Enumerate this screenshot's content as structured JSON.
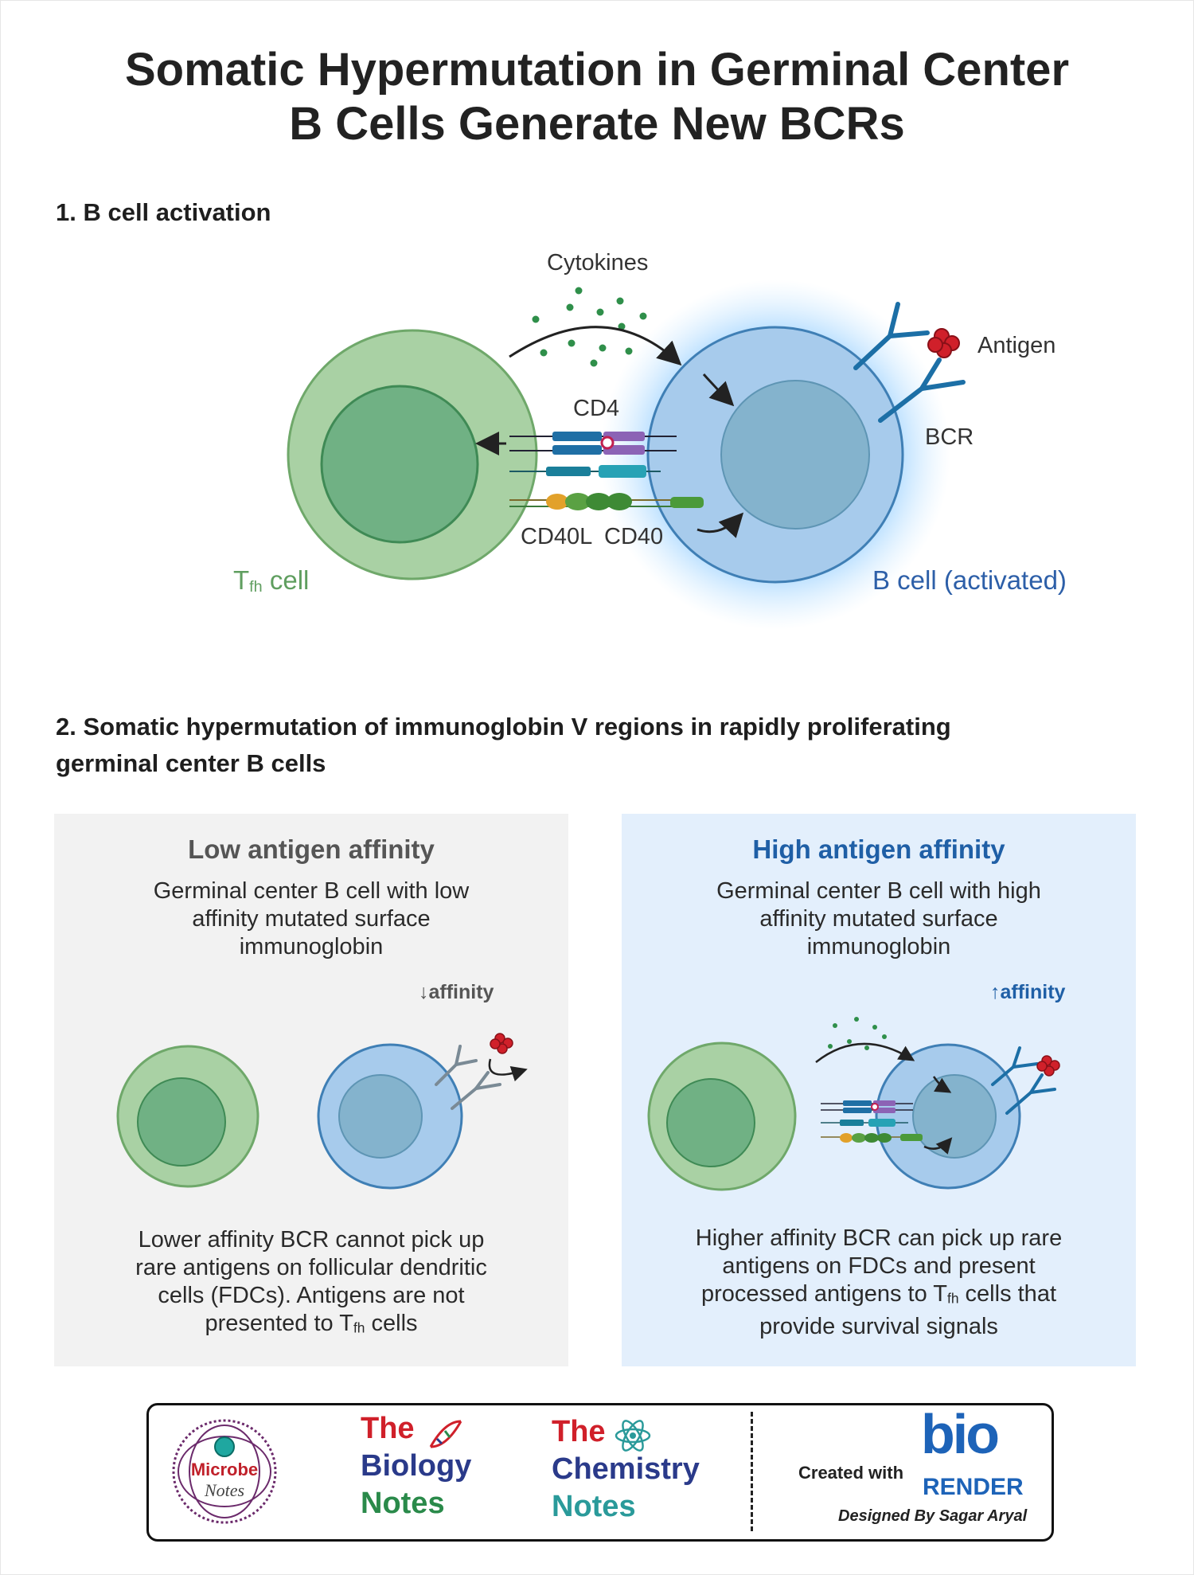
{
  "title": {
    "line1": "Somatic Hypermutation in Germinal Center",
    "line2": "B Cells Generate New BCRs"
  },
  "section1": {
    "heading": "1. B cell activation",
    "cytokines": "Cytokines",
    "cd4": "CD4",
    "cd40l": "CD40L",
    "cd40": "CD40",
    "antigen": "Antigen",
    "bcr": "BCR",
    "tfh_main": "T",
    "tfh_sub": "fh",
    "tfh_rest": " cell",
    "bcell": "B cell (activated)"
  },
  "section2": {
    "heading_line1": "2. Somatic hypermutation of immunoglobin V regions in rapidly proliferating",
    "heading_line2": "germinal center B cells"
  },
  "low_panel": {
    "heading": "Low antigen affinity",
    "desc_line1": "Germinal center B cell with low",
    "desc_line2": "affinity mutated surface",
    "desc_line3": "immunoglobin",
    "affinity": "↓affinity",
    "foot_line1": "Lower affinity BCR cannot pick up",
    "foot_line2": "rare antigens on follicular dendritic",
    "foot_line3": "cells (FDCs). Antigens are not",
    "foot_line4a": "presented to T",
    "foot_line4sub": "fh",
    "foot_line4b": " cells"
  },
  "high_panel": {
    "heading": "High antigen affinity",
    "desc_line1": "Germinal center B cell with high",
    "desc_line2": "affinity mutated surface",
    "desc_line3": "immunoglobin",
    "affinity": "↑affinity",
    "foot_line1": "Higher affinity BCR can pick up rare",
    "foot_line2": "antigens on FDCs and present",
    "foot_line3a": "processed antigens to T",
    "foot_line3sub": "fh",
    "foot_line3b": " cells that",
    "foot_line4": "provide survival signals"
  },
  "footer": {
    "microbe_top": "Microbe",
    "microbe_bottom": "Notes",
    "bio_the": "The",
    "bio_biology": "Biology",
    "bio_notes": "Notes",
    "chem_the": "The",
    "chem_chemistry": "Chemistry",
    "chem_notes": "Notes",
    "created_with": "Created with",
    "biorender_logo": "bio",
    "biorender_word": "RENDER",
    "designed_by": "Designed By Sagar Aryal"
  },
  "colors": {
    "tfh_outer": "#a9d1a4",
    "tfh_inner": "#70b184",
    "bcell_outer": "#a7cbec",
    "bcell_inner": "#84b3cd",
    "bcell_label": "#2d5fa8",
    "tfh_label": "#5f9e5f",
    "high_heading": "#1f5fa6",
    "low_heading": "#555555",
    "red": "#d0202a",
    "biorender_blue": "#1d63b8"
  },
  "icons": [
    "cytokine-dot",
    "arrow-icon",
    "antibody-icon",
    "antigen-icon",
    "dna-icon",
    "atom-icon",
    "microbe-icon"
  ]
}
